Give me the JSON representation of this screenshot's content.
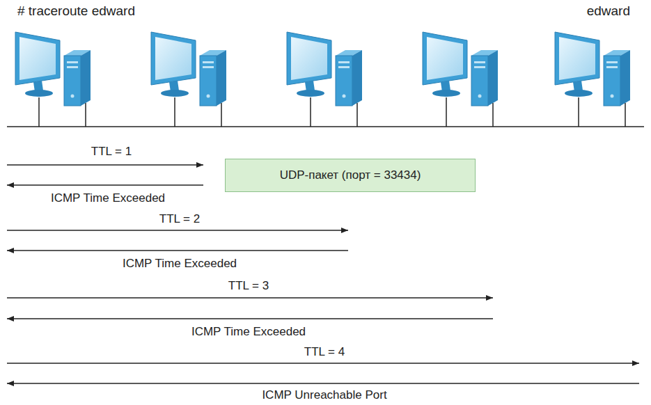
{
  "diagram": {
    "nodes": [
      {
        "text": [
          "UDP-пакет (порт = 33434)"
        ]
      }
    ],
    "labels": [
      "# traceroute edward",
      "edward",
      "TTL = 1",
      "ICMP Time Exceeded",
      "TTL = 2",
      "ICMP Time Exceeded",
      "TTL = 3",
      "ICMP Time Exceeded",
      "TTL = 4",
      "ICMP Unreachable Port"
    ]
  }
}
